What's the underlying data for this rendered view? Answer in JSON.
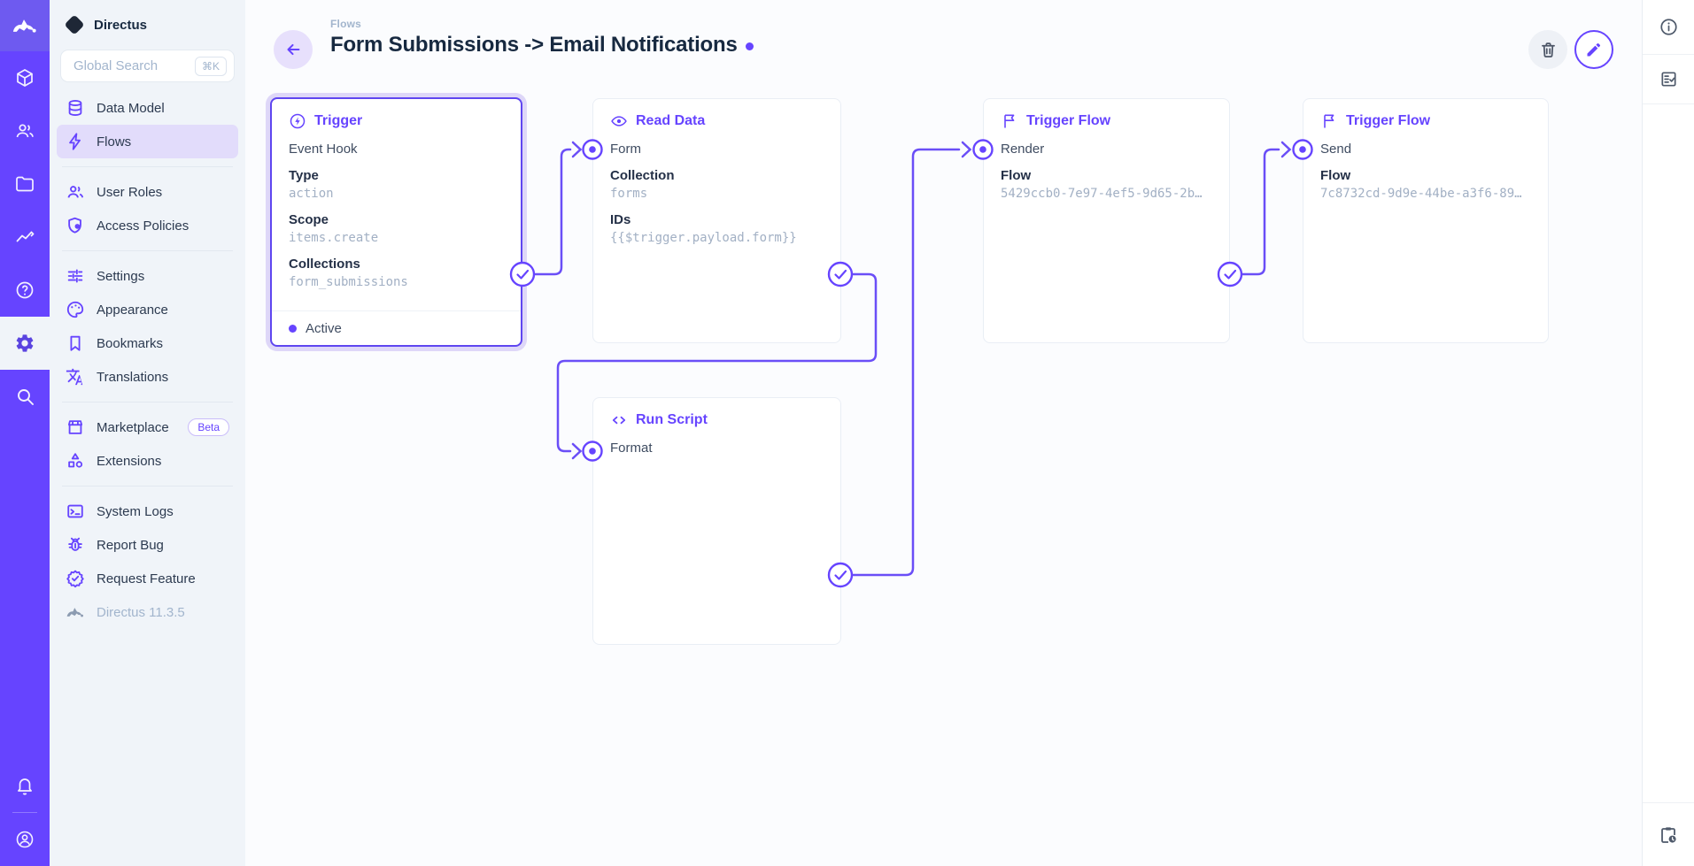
{
  "app": {
    "project_name": "Directus",
    "version_label": "Directus 11.3.5"
  },
  "colors": {
    "purple": "#6644ff",
    "navy": "#172940",
    "muted": "#a2b5cd",
    "sidebar_bg": "#f0f4f9",
    "active_nav_bg": "#e2dcfb",
    "selected_card_halo": "#ded7f8"
  },
  "module_bar": {
    "modules": [
      {
        "icon": "content-module-icon"
      },
      {
        "icon": "users-module-icon"
      },
      {
        "icon": "files-module-icon"
      },
      {
        "icon": "insights-module-icon"
      },
      {
        "icon": "help-module-icon"
      },
      {
        "icon": "settings-module-icon",
        "active": "true"
      },
      {
        "icon": "search-module-icon"
      }
    ],
    "bottom": [
      {
        "icon": "notifications-bell-icon"
      },
      {
        "icon": "account-icon"
      }
    ]
  },
  "sidebar": {
    "search": {
      "placeholder": "Global Search",
      "shortcut": "⌘K"
    },
    "sections": [
      {
        "items": [
          {
            "label": "Data Model",
            "icon": "database-icon"
          },
          {
            "label": "Flows",
            "icon": "bolt-icon",
            "active": "true"
          }
        ]
      },
      {
        "items": [
          {
            "label": "User Roles",
            "icon": "user-roles-icon"
          },
          {
            "label": "Access Policies",
            "icon": "shield-lock-icon"
          }
        ]
      },
      {
        "items": [
          {
            "label": "Settings",
            "icon": "tune-icon"
          },
          {
            "label": "Appearance",
            "icon": "palette-icon"
          },
          {
            "label": "Bookmarks",
            "icon": "bookmark-icon"
          },
          {
            "label": "Translations",
            "icon": "translate-icon"
          }
        ]
      },
      {
        "items": [
          {
            "label": "Marketplace",
            "icon": "storefront-icon",
            "badge": "Beta"
          },
          {
            "label": "Extensions",
            "icon": "extensions-icon"
          }
        ]
      },
      {
        "items": [
          {
            "label": "System Logs",
            "icon": "terminal-icon"
          },
          {
            "label": "Report Bug",
            "icon": "bug-icon"
          },
          {
            "label": "Request Feature",
            "icon": "feature-seal-icon"
          }
        ]
      }
    ],
    "version": "Directus 11.3.5"
  },
  "header": {
    "breadcrumb": "Flows",
    "title": "Form Submissions -> Email Notifications"
  },
  "flow": {
    "cards": [
      {
        "type_label": "Trigger",
        "icon": "trigger-bolt-circle-icon",
        "name": "Event Hook",
        "fields": [
          {
            "label": "Type",
            "value": "action"
          },
          {
            "label": "Scope",
            "value": "items.create"
          },
          {
            "label": "Collections",
            "value": "form_submissions"
          }
        ],
        "status": "Active"
      },
      {
        "type_label": "Read Data",
        "icon": "eye-icon",
        "name": "Form",
        "fields": [
          {
            "label": "Collection",
            "value": "forms"
          },
          {
            "label": "IDs",
            "value": "{{$trigger.payload.form}}"
          }
        ]
      },
      {
        "type_label": "Trigger Flow",
        "icon": "flag-icon",
        "name": "Render",
        "fields": [
          {
            "label": "Flow",
            "value": "5429ccb0-7e97-4ef5-9d65-2b…"
          }
        ]
      },
      {
        "type_label": "Trigger Flow",
        "icon": "flag-icon",
        "name": "Send",
        "fields": [
          {
            "label": "Flow",
            "value": "7c8732cd-9d9e-44be-a3f6-89…"
          }
        ]
      },
      {
        "type_label": "Run Script",
        "icon": "code-icon",
        "name": "Format",
        "fields": []
      }
    ]
  }
}
